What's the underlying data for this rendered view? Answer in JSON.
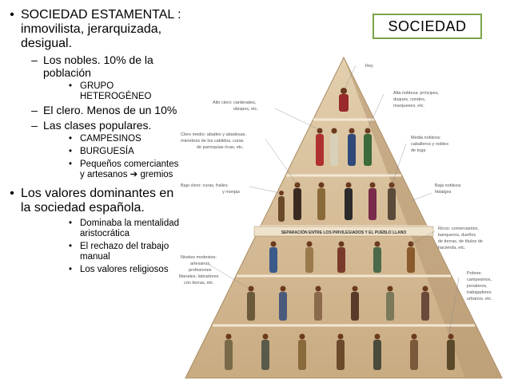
{
  "title": "SOCIEDAD",
  "bullets": {
    "estamental": "SOCIEDAD ESTAMENTAL : inmovilista, jerarquizada, desigual.",
    "nobles": "Los nobles. 10% de la población",
    "grupo": "GRUPO HETEROGÉNEO",
    "clero": "El clero. Menos de un 10%",
    "clases": "Las clases populares.",
    "campesinos": "CAMPESINOS",
    "burguesia": "BURGUESÍA",
    "pequenos": "Pequeños comerciantes y artesanos",
    "gremios": "gremios",
    "valores": "Los valores dominantes en la sociedad española.",
    "mentalidad": "Dominaba la mentalidad aristocrática",
    "rechazo": "El rechazo del trabajo manual",
    "religiosos": "Los valores religiosos"
  },
  "pyramid": {
    "rey": "Rey",
    "alto_clero": [
      "Alto clero: cardenales,",
      "obispos, etc."
    ],
    "alta_nobleza": [
      "Alta nobleza: príncipes,",
      "duques, condes,",
      "marqueses, etc."
    ],
    "clero_medio": [
      "Clero medio: abades y abadesas,",
      "miembros de los cabildos, curas",
      "de parroquias ricas, etc."
    ],
    "media_nobleza": [
      "Media nobleza:",
      "caballeros y nobles",
      "de toga"
    ],
    "bajo_clero": [
      "Bajo clero: curas, frailes",
      "y monjas"
    ],
    "baja_nobleza": [
      "Baja nobleza:",
      "hidalgos"
    ],
    "separacion": "SEPARACIÓN ENTRE LOS PRIVILEGIADOS Y EL PUEBLO LLANO",
    "ricos": [
      "Ricos: comerciantes,",
      "banqueros, dueños",
      "de tierras, de títulos de",
      "hacienda, etc."
    ],
    "niveles": [
      "Niveles modestos:",
      "artesanos,",
      "profesiones",
      "liberales, labradores",
      "con tierras, etc."
    ],
    "pobres": [
      "Pobres:",
      "campesinos,",
      "jornaleros,",
      "trabajadores",
      "urbanos, etc."
    ]
  },
  "colors": {
    "accent_border": "#7aa548",
    "pyramid_tan": "#d9c2a0",
    "pyramid_shadow": "#b89a73"
  }
}
